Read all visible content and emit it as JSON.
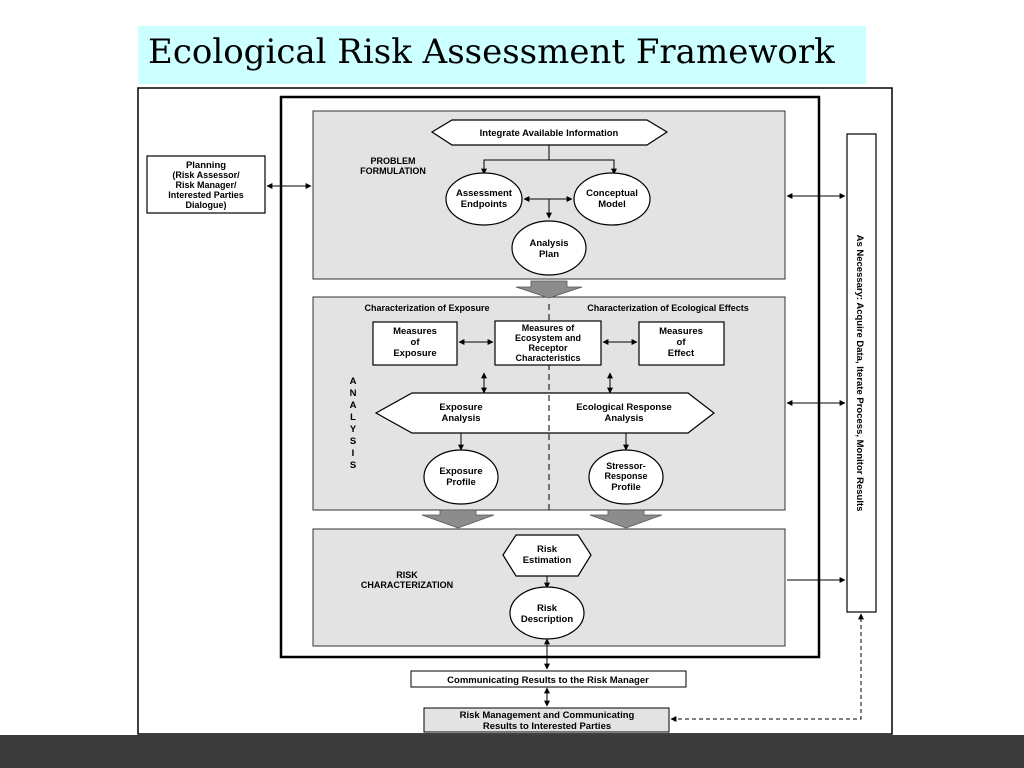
{
  "title": "Ecological Risk Assessment Framework",
  "diagram": {
    "planning": [
      "Planning",
      "(Risk Assessor/",
      "Risk Manager/",
      "Interested Parties",
      "Dialogue)"
    ],
    "problem_formulation": {
      "label": [
        "PROBLEM",
        "FORMULATION"
      ],
      "integrate": "Integrate Available Information",
      "assessment_endpoints": [
        "Assessment",
        "Endpoints"
      ],
      "conceptual_model": [
        "Conceptual",
        "Model"
      ],
      "analysis_plan": [
        "Analysis",
        "Plan"
      ]
    },
    "analysis": {
      "vertical_label": [
        "A",
        "N",
        "A",
        "L",
        "Y",
        "S",
        "I",
        "S"
      ],
      "char_exposure": "Characterization of Exposure",
      "char_effects": "Characterization of Ecological Effects",
      "measures_exposure": [
        "Measures",
        "of",
        "Exposure"
      ],
      "measures_ecosystem": [
        "Measures of",
        "Ecosystem and",
        "Receptor",
        "Characteristics"
      ],
      "measures_effect": [
        "Measures",
        "of",
        "Effect"
      ],
      "exposure_analysis": [
        "Exposure",
        "Analysis"
      ],
      "ecological_response": [
        "Ecological Response",
        "Analysis"
      ],
      "exposure_profile": [
        "Exposure",
        "Profile"
      ],
      "stressor_response": [
        "Stressor-",
        "Response",
        "Profile"
      ]
    },
    "risk_characterization": {
      "label": [
        "RISK",
        "CHARACTERIZATION"
      ],
      "risk_estimation": [
        "Risk",
        "Estimation"
      ],
      "risk_description": [
        "Risk",
        "Description"
      ]
    },
    "side_bar": "As Necessary: Acquire Data, Iterate Process, Monitor Results",
    "communicating": "Communicating Results to the Risk Manager",
    "risk_management": [
      "Risk Management and Communicating",
      "Results to Interested Parties"
    ]
  }
}
